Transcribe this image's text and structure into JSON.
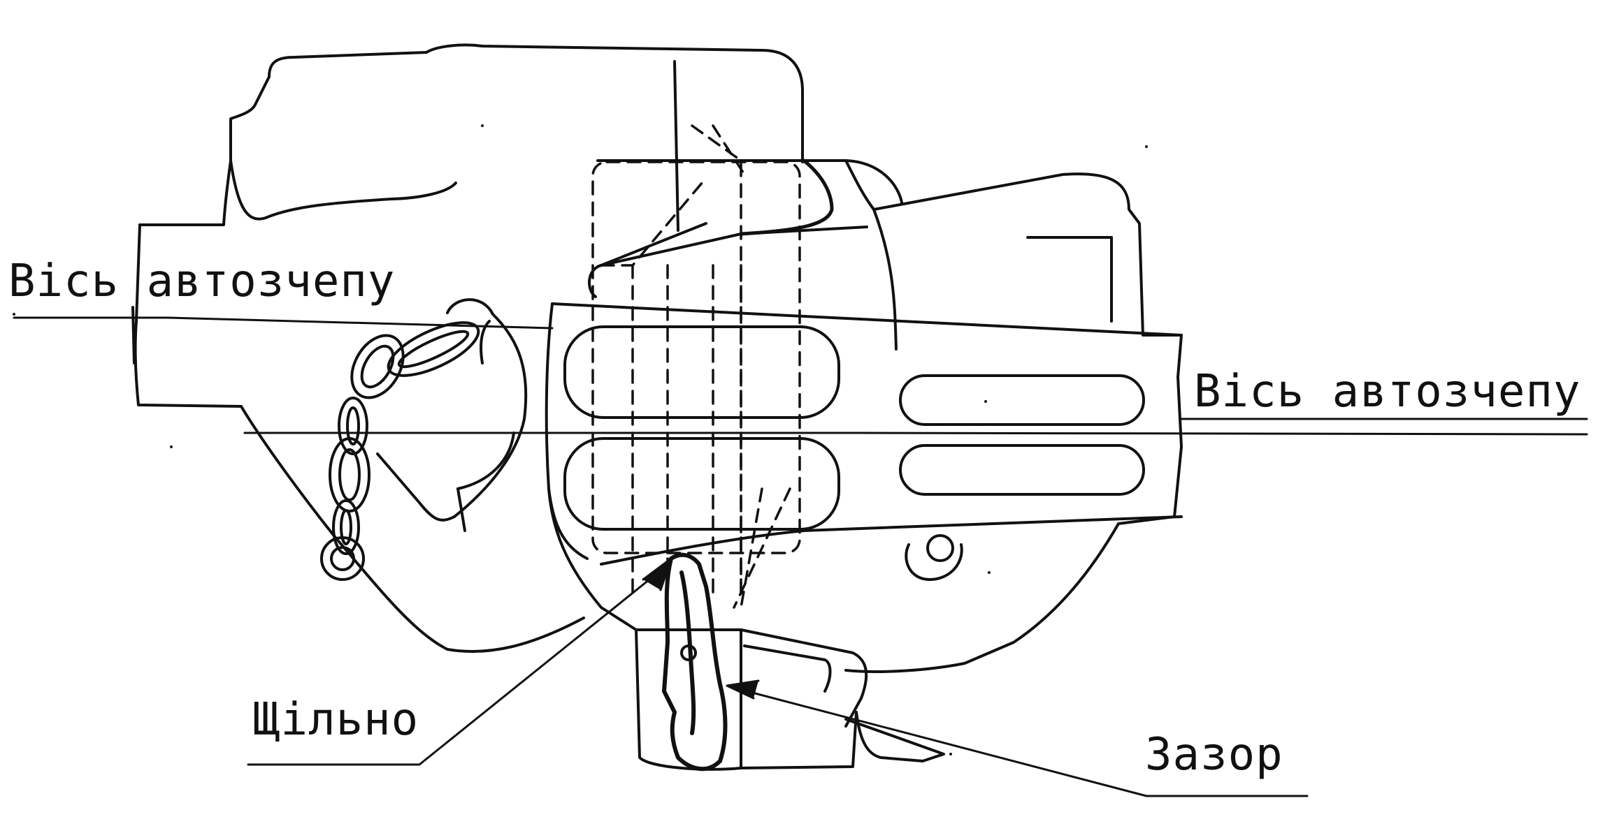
{
  "diagram": {
    "labels": {
      "axis_left": "Вісь автозчепу",
      "axis_right": "Вісь автозчепу",
      "tight": "Щільно",
      "gap": "Зазор"
    },
    "colors": {
      "ink": "#111111",
      "paper": "#ffffff"
    }
  }
}
